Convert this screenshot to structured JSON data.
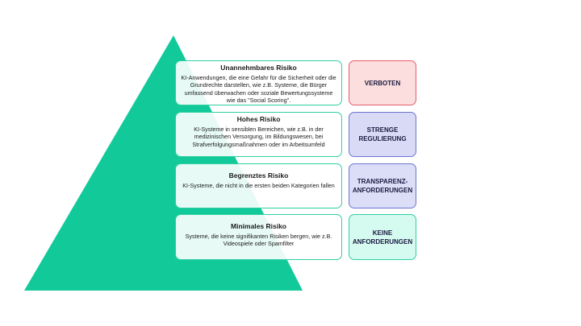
{
  "colors": {
    "pyramid": "#12c99a",
    "border_green": "#2fcfa1",
    "red_fill": "#fcdede",
    "red_border": "#e35d6a",
    "blue_fill": "#d9dbf6",
    "blue_border": "#6f73d2",
    "teal_fill": "#d5faf0"
  },
  "levels": [
    {
      "title": "Unannehmbares Risiko",
      "description": "KI-Anwendungen, die eine Gefahr für die Sicherheit oder die Grundrechte darstellen, wie z.B. Systeme, die Bürger umfassend überwachen oder soziale Bewertungssysteme wie das \"Social Scoring\".",
      "tag": "VERBOTEN"
    },
    {
      "title": "Hohes Risiko",
      "description": "KI-Systeme in sensiblen Bereichen, wie z.B. in der medizinischen Versorgung, im Bildungswesen, bei Strafverfolgungsmaßnahmen oder im Arbeitsumfeld",
      "tag": "STRENGE REGULIERUNG"
    },
    {
      "title": "Begrenztes Risiko",
      "description": "KI-Systeme, die nicht in die ersten beiden Kategorien fallen",
      "tag": "TRANSPARENZ-ANFORDERUNGEN"
    },
    {
      "title": "Minimales Risiko",
      "description": "Systeme, die keine signifikanten Risiken bergen, wie z.B. Videospiele oder Spamfilter",
      "tag": "KEINE ANFORDERUNGEN"
    }
  ]
}
